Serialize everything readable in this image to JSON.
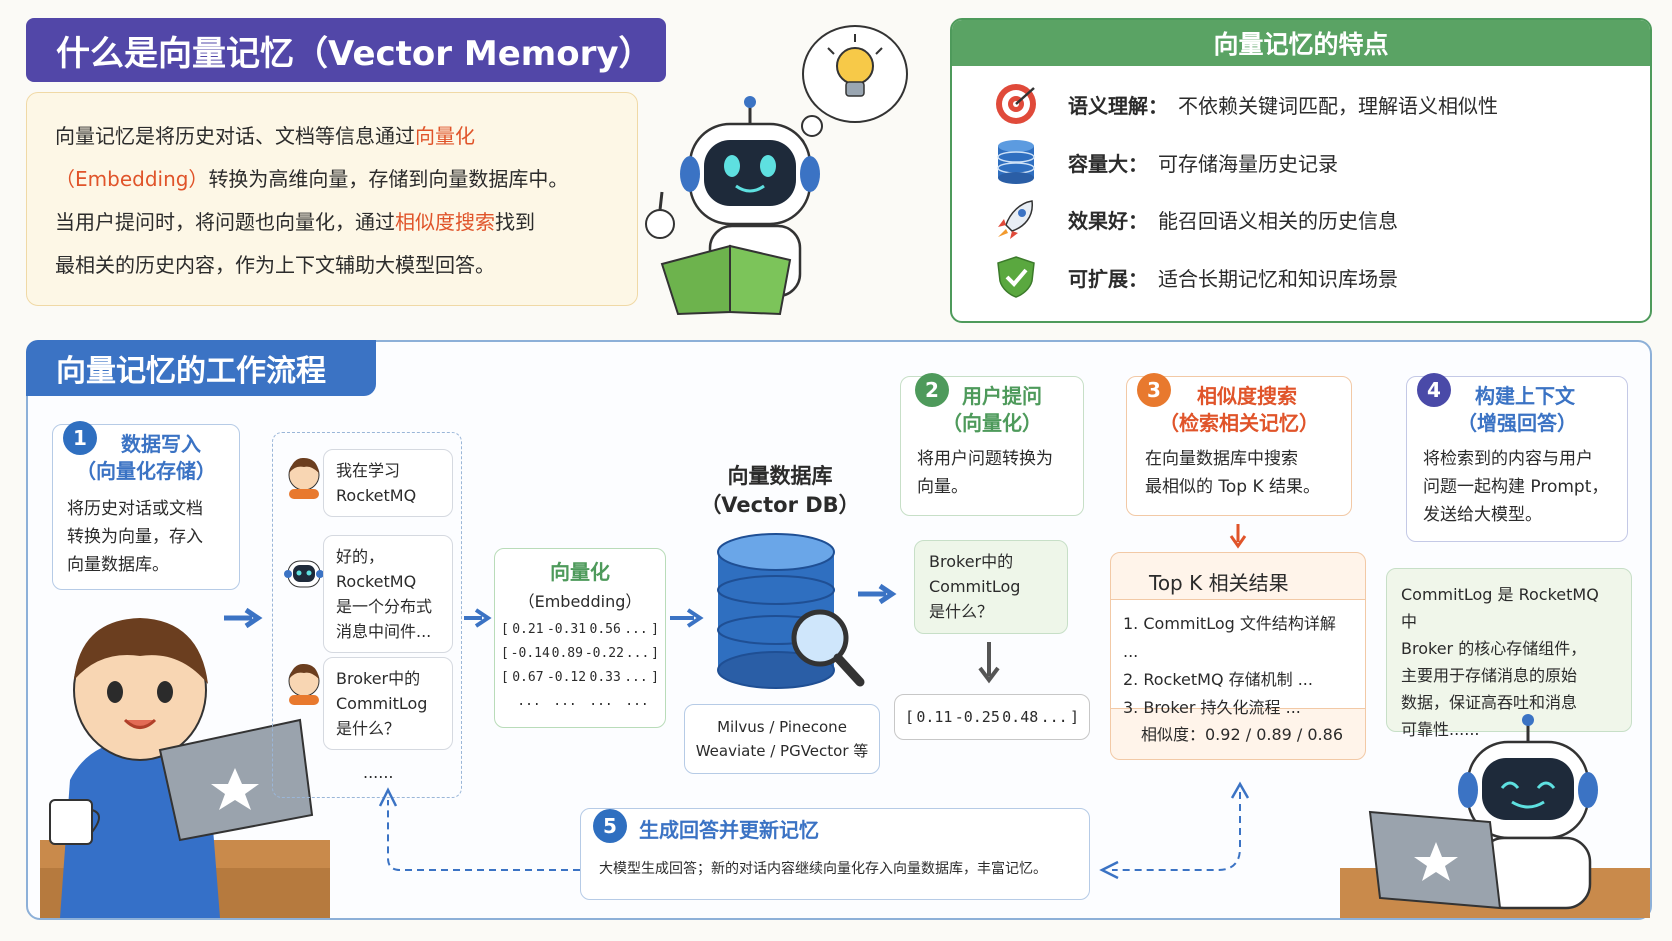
{
  "title": "什么是向量记忆（Vector Memory）",
  "intro": {
    "line1_a": "向量记忆是将历史对话、文档等信息通过",
    "line1_hl": "向量化",
    "line2_hl": "（Embedding）",
    "line2_b": "转换为高维向量，存储到向量数据库中。",
    "line3_a": "当用户提问时，将问题也向量化，通过",
    "line3_hl": "相似度搜索",
    "line3_b": "找到",
    "line4": "最相关的历史内容，作为上下文辅助大模型回答。"
  },
  "features": {
    "title": "向量记忆的特点",
    "items": [
      {
        "label": "语义理解：",
        "text": "不依赖关键词匹配，理解语义相似性",
        "icon": "target-icon"
      },
      {
        "label": "容量大：",
        "text": "可存储海量历史记录",
        "icon": "database-icon"
      },
      {
        "label": "效果好：",
        "text": "能召回语义相关的历史信息",
        "icon": "rocket-icon"
      },
      {
        "label": "可扩展：",
        "text": "适合长期记忆和知识库场景",
        "icon": "shield-check-icon"
      }
    ]
  },
  "workflow": {
    "title": "向量记忆的工作流程",
    "step1": {
      "num": "1",
      "title1": "数据写入",
      "title2": "（向量化存储）",
      "body": [
        "将历史对话或文档",
        "转换为向量，存入",
        "向量数据库。"
      ]
    },
    "chat": {
      "msg1": [
        "我在学习",
        "RocketMQ"
      ],
      "msg2": [
        "好的，RocketMQ",
        "是一个分布式",
        "消息中间件..."
      ],
      "msg3": [
        "Broker中的",
        "CommitLog",
        "是什么？"
      ],
      "more": "......"
    },
    "embed": {
      "title": "向量化",
      "sub": "（Embedding）",
      "rows": [
        [
          "[",
          "0.21",
          "-0.31",
          "0.56",
          "...",
          "]"
        ],
        [
          "[",
          "-0.14",
          "0.89",
          "-0.22",
          "...",
          "]"
        ],
        [
          "[",
          "0.67",
          "-0.12",
          "0.33",
          "...",
          "]"
        ]
      ],
      "dots": [
        "...",
        "...",
        "...",
        "..."
      ]
    },
    "db": {
      "title1": "向量数据库",
      "title2": "（Vector DB）",
      "line1": "Milvus / Pinecone",
      "line2": "Weaviate / PGVector 等"
    },
    "step2": {
      "num": "2",
      "title1": "用户提问",
      "title2": "（向量化）",
      "body": [
        "将用户问题转换为",
        "向量。"
      ]
    },
    "question": [
      "Broker中的",
      "CommitLog",
      "是什么？"
    ],
    "qvec": [
      "[",
      "0.11",
      "-0.25",
      "0.48",
      "...",
      "]"
    ],
    "step3": {
      "num": "3",
      "title1": "相似度搜索",
      "title2": "（检索相关记忆）",
      "body": [
        "在向量数据库中搜索",
        "最相似的 Top K 结果。"
      ]
    },
    "topk": {
      "title": "Top K 相关结果",
      "items": [
        "1.  CommitLog 文件结构详解 ...",
        "2.  RocketMQ 存储机制 ...",
        "3.  Broker 持久化流程 ..."
      ],
      "score": "相似度：0.92 / 0.89 / 0.86"
    },
    "step4": {
      "num": "4",
      "title1": "构建上下文",
      "title2": "（增强回答）",
      "body": [
        "将检索到的内容与用户",
        "问题一起构建 Prompt，",
        "发送给大模型。"
      ]
    },
    "answer": [
      "CommitLog 是 RocketMQ 中",
      "Broker 的核心存储组件，",
      "主要用于存储消息的原始",
      "数据，保证高吞吐和消息",
      "可靠性......"
    ],
    "step5": {
      "num": "5",
      "title": "生成回答并更新记忆",
      "body": "大模型生成回答；新的对话内容继续向量化存入向量数据库，丰富记忆。"
    }
  },
  "colors": {
    "purple": "#5247a8",
    "green": "#5aa364",
    "blue": "#3b73c4",
    "orange": "#e8792e",
    "highlight": "#e0542a"
  }
}
